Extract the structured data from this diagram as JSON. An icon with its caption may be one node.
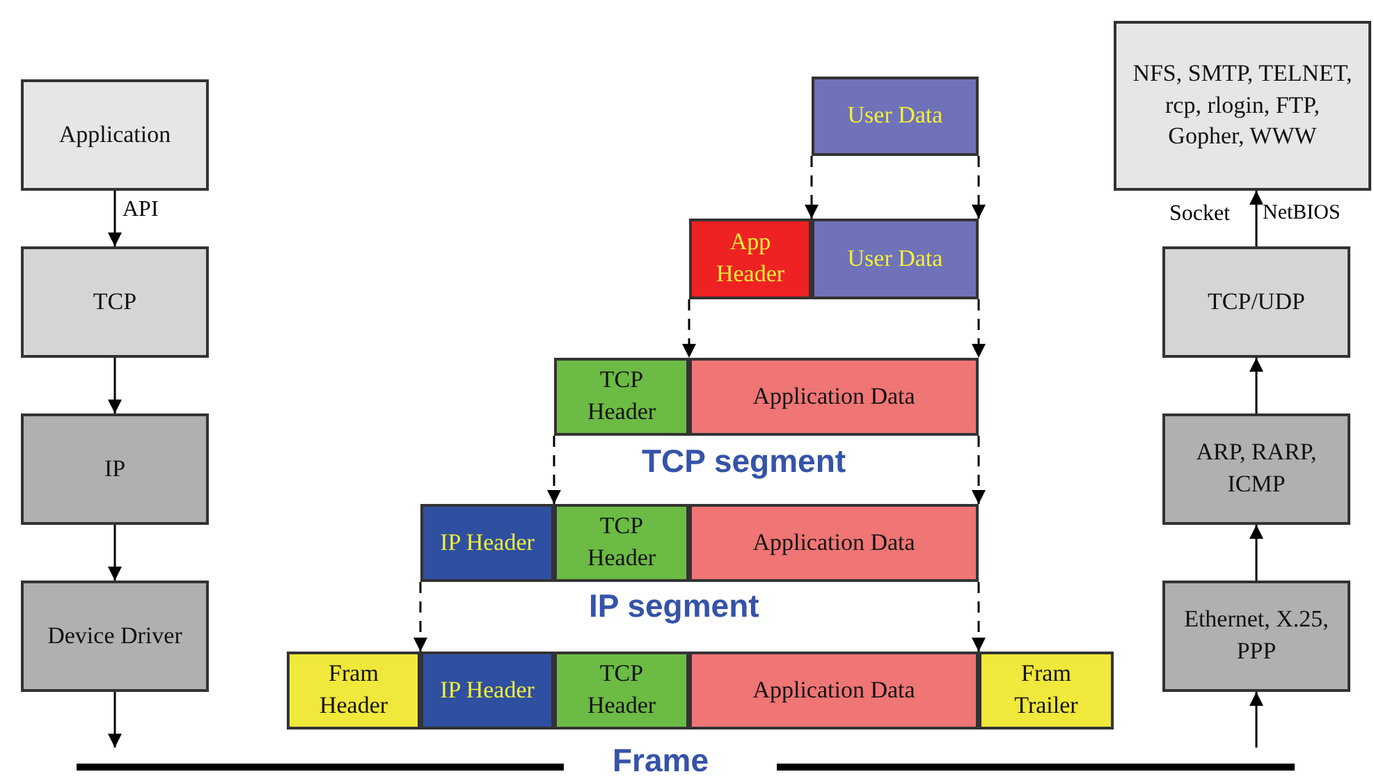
{
  "diagram": {
    "nodes": [
      {
        "text": [
          "Application"
        ]
      },
      {
        "text": [
          "TCP"
        ]
      },
      {
        "text": [
          "IP"
        ]
      },
      {
        "text": [
          "Device Driver"
        ]
      },
      {
        "text": [
          "User Data"
        ]
      },
      {
        "text": [
          "App Header"
        ]
      },
      {
        "text": [
          "User Data"
        ]
      },
      {
        "text": [
          "TCP Header"
        ]
      },
      {
        "text": [
          "Application Data"
        ]
      },
      {
        "text": [
          "IP Header"
        ]
      },
      {
        "text": [
          "TCP Header"
        ]
      },
      {
        "text": [
          "Application Data"
        ]
      },
      {
        "text": [
          "Fram Header"
        ]
      },
      {
        "text": [
          "IP Header"
        ]
      },
      {
        "text": [
          "TCP Header"
        ]
      },
      {
        "text": [
          "Application Data"
        ]
      },
      {
        "text": [
          "Fram Trailer"
        ]
      },
      {
        "text": [
          "NFS, SMTP, TELNET, rcp, rlogin, FTP, Gopher, WWW"
        ]
      },
      {
        "text": [
          "TCP/UDP"
        ]
      },
      {
        "text": [
          "ARP, RARP, ICMP"
        ]
      },
      {
        "text": [
          "Ethernet, X.25, PPP"
        ]
      }
    ],
    "edges": [
      {
        "from": 0,
        "to": 1,
        "arrow": "to",
        "label": "API"
      },
      {
        "from": 1,
        "to": 2,
        "arrow": "to"
      },
      {
        "from": 2,
        "to": 3,
        "arrow": "to"
      },
      {
        "from": 3,
        "to": null,
        "arrow": "to"
      },
      {
        "from": 4,
        "to": 6,
        "arrow": "to",
        "style": "dashed"
      },
      {
        "from": 4,
        "to": 6,
        "arrow": "to",
        "style": "dashed"
      },
      {
        "from": 5,
        "to": 8,
        "arrow": "to",
        "style": "dashed"
      },
      {
        "from": 6,
        "to": 8,
        "arrow": "to",
        "style": "dashed"
      },
      {
        "from": 7,
        "to": 10,
        "arrow": "to",
        "style": "dashed"
      },
      {
        "from": 8,
        "to": 11,
        "arrow": "to",
        "style": "dashed"
      },
      {
        "from": 9,
        "to": 13,
        "arrow": "to",
        "style": "dashed"
      },
      {
        "from": 11,
        "to": 15,
        "arrow": "to",
        "style": "dashed"
      },
      {
        "from": null,
        "to": 20,
        "arrow": "to"
      },
      {
        "from": 20,
        "to": 19,
        "arrow": "to"
      },
      {
        "from": 19,
        "to": 18,
        "arrow": "to"
      },
      {
        "from": 18,
        "to": 17,
        "arrow": "to",
        "label": "Socket"
      }
    ],
    "labels": [
      "NetBIOS",
      "TCP segment",
      "IP segment",
      "Frame"
    ]
  }
}
